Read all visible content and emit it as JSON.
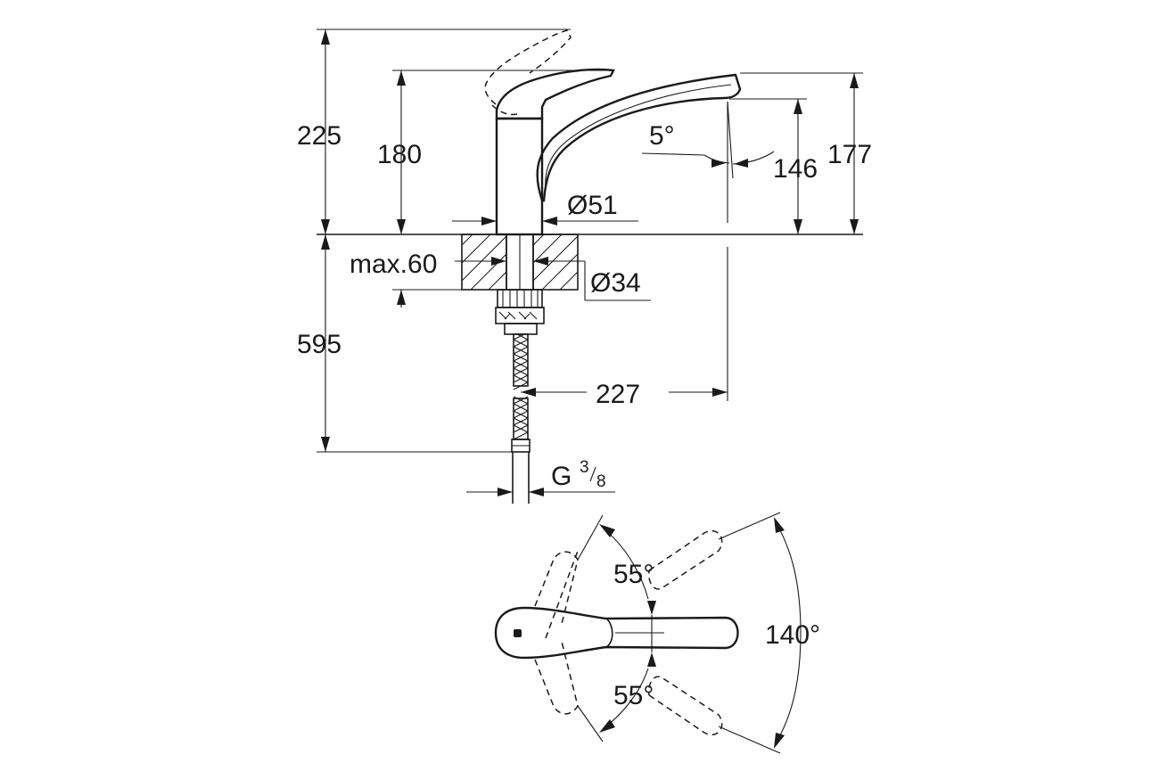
{
  "dimensions": {
    "total_height": "225",
    "lever_height": "180",
    "spout_height": "177",
    "outlet_height": "146",
    "spout_angle": "5°",
    "base_diameter": "Ø51",
    "counter_thickness": "max.60",
    "hole_diameter": "Ø34",
    "hose_length": "595",
    "spout_reach": "227",
    "connection_thread": "G",
    "thread_numerator": "3",
    "thread_denominator": "8"
  },
  "top_view": {
    "swivel_left_angle": "55°",
    "swivel_right_angle": "55°",
    "lever_range_angle": "140°"
  }
}
